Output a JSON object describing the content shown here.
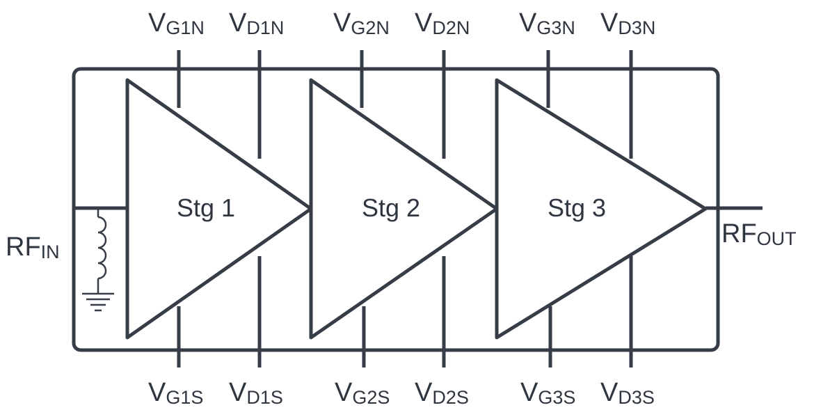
{
  "stages": [
    {
      "label": "Stg 1"
    },
    {
      "label": "Stg 2"
    },
    {
      "label": "Stg 3"
    }
  ],
  "pins_top": [
    {
      "main": "V",
      "sub": "G1N"
    },
    {
      "main": "V",
      "sub": "D1N"
    },
    {
      "main": "V",
      "sub": "G2N"
    },
    {
      "main": "V",
      "sub": "D2N"
    },
    {
      "main": "V",
      "sub": "G3N"
    },
    {
      "main": "V",
      "sub": "D3N"
    }
  ],
  "pins_bottom": [
    {
      "main": "V",
      "sub": "G1S"
    },
    {
      "main": "V",
      "sub": "D1S"
    },
    {
      "main": "V",
      "sub": "G2S"
    },
    {
      "main": "V",
      "sub": "D2S"
    },
    {
      "main": "V",
      "sub": "G3S"
    },
    {
      "main": "V",
      "sub": "D3S"
    }
  ],
  "rf_in": {
    "main": "RF",
    "sub": "IN"
  },
  "rf_out": {
    "main": "RF",
    "sub": "OUT"
  },
  "colors": {
    "line": "#363d46",
    "text": "#2f3640",
    "background": "#ffffff"
  }
}
